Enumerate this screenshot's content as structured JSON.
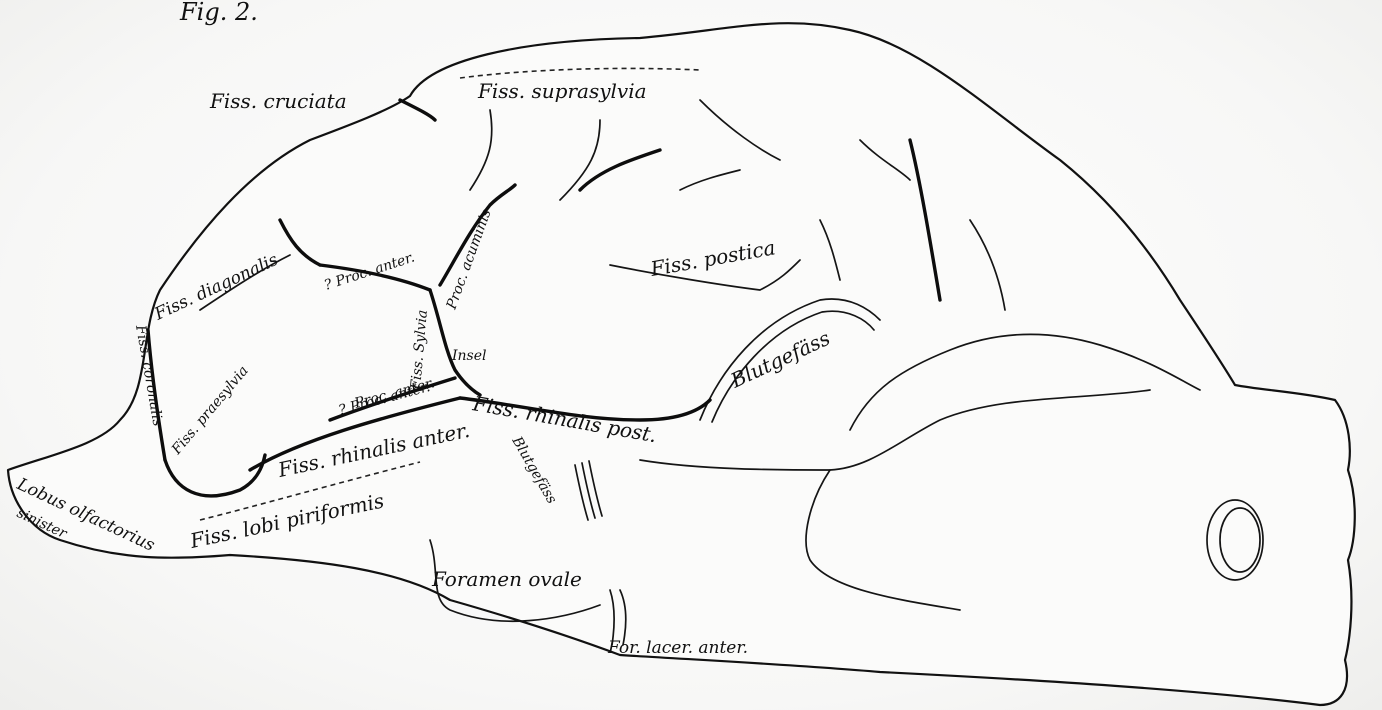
{
  "figure_title": "Fig. 2.",
  "labels": {
    "fiss_cruciata": "Fiss. cruciata",
    "fiss_suprasylvia": "Fiss. suprasylvia",
    "fiss_diagonalis": "Fiss. diagonalis",
    "proc_anter_upper": "? Proc. anter.",
    "proc_acuminis": "Proc. acuminis",
    "fiss_sylvia": "Fiss. Sylvia",
    "insel": "Insel",
    "fiss_postica": "Fiss. postica",
    "blutgefaess_upper": "Blutgefäss",
    "fiss_coronalis": "Fiss. coronalis",
    "proc_anter_mid": "Proc. anter.",
    "proc_anter_lower": "? Proc. anter.",
    "fiss_rhinalis_post": "Fiss. rhinalis post.",
    "fiss_rhinalis_anter": "Fiss. rhinalis anter.",
    "blutgefaess_lower": "Blutgefäss",
    "fiss_praesylvia": "Fiss. praesylvia",
    "lobus_olfactorius": "Lobus olfactorius",
    "sinister": "sinister",
    "fiss_lobi_piriformis": "Fiss. lobi piriformis",
    "foramen_ovale": "Foramen ovale",
    "for_lacer_anter": "For. lacer. anter."
  }
}
